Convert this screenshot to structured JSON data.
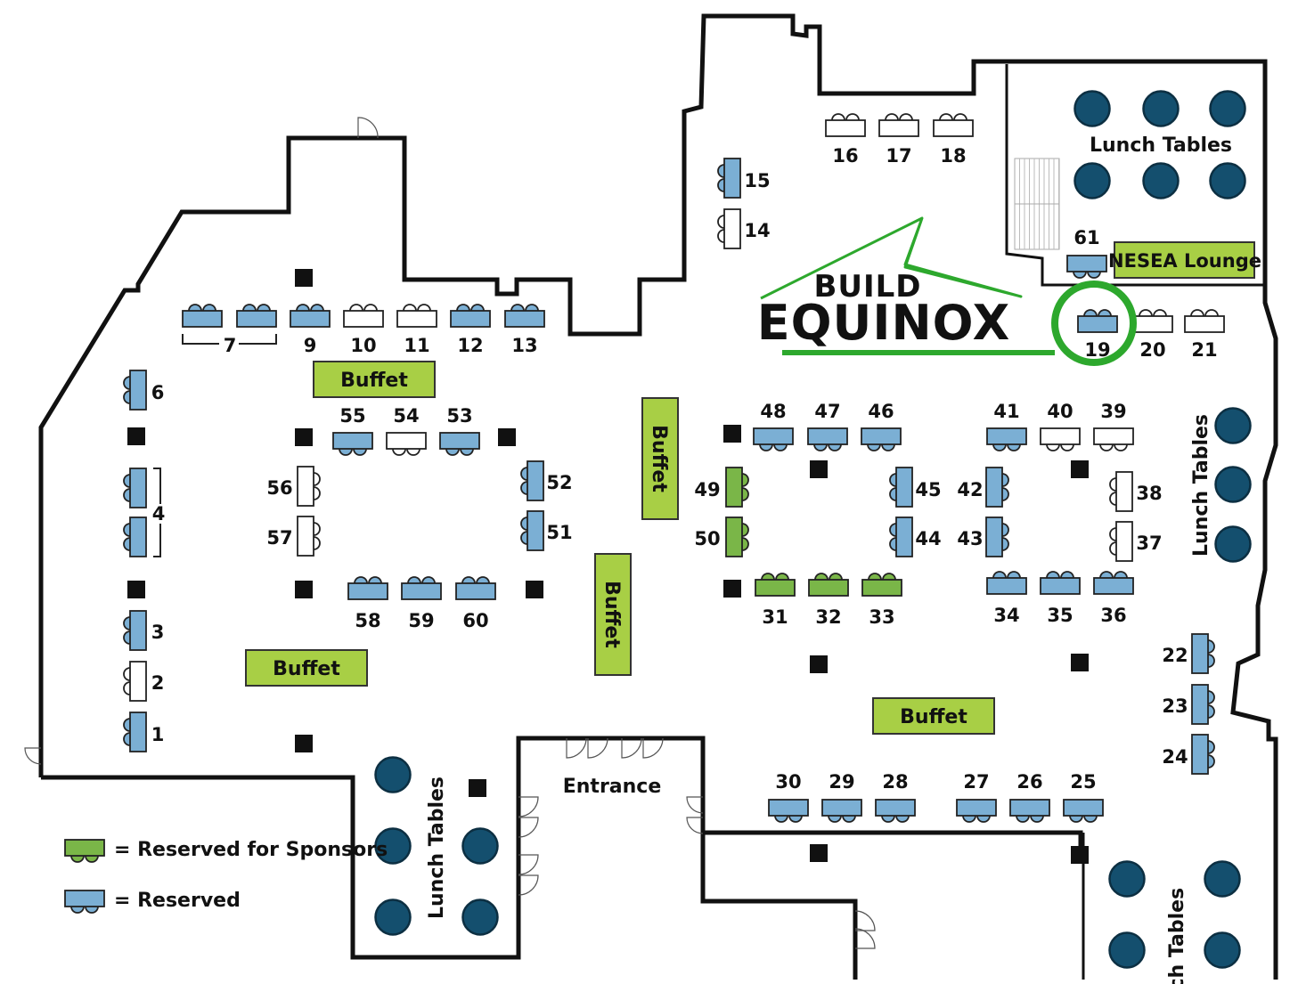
{
  "logo": {
    "line1": "BUILD",
    "line2": "EQUINOX"
  },
  "colors": {
    "reserved": "#7bafd4",
    "sponsor": "#7ab648",
    "available": "#ffffff",
    "buffet": "#a8cf45",
    "lunch_table": "#144f6e",
    "highlight": "#2da82d",
    "logo_green": "#2da82d",
    "logo_text": "#333333",
    "wall": "#111111"
  },
  "areas": {
    "buffet_label": "Buffet",
    "lunch_tables_label": "Lunch Tables",
    "lunch_tables_cut_label": "nch Tables",
    "nesea_lounge": "NESEA Lounge",
    "entrance": "Entrance"
  },
  "legend": {
    "sponsors": "= Reserved for Sponsors",
    "reserved": "= Reserved"
  },
  "highlighted_booth": "19",
  "booths": [
    {
      "id": "1",
      "status": "reserved"
    },
    {
      "id": "2",
      "status": "available"
    },
    {
      "id": "3",
      "status": "reserved"
    },
    {
      "id": "4",
      "status": "reserved"
    },
    {
      "id": "6",
      "status": "reserved"
    },
    {
      "id": "7",
      "status": "reserved"
    },
    {
      "id": "9",
      "status": "reserved"
    },
    {
      "id": "10",
      "status": "available"
    },
    {
      "id": "11",
      "status": "available"
    },
    {
      "id": "12",
      "status": "reserved"
    },
    {
      "id": "13",
      "status": "reserved"
    },
    {
      "id": "14",
      "status": "available"
    },
    {
      "id": "15",
      "status": "reserved"
    },
    {
      "id": "16",
      "status": "available"
    },
    {
      "id": "17",
      "status": "available"
    },
    {
      "id": "18",
      "status": "available"
    },
    {
      "id": "19",
      "status": "reserved"
    },
    {
      "id": "20",
      "status": "available"
    },
    {
      "id": "21",
      "status": "available"
    },
    {
      "id": "22",
      "status": "reserved"
    },
    {
      "id": "23",
      "status": "reserved"
    },
    {
      "id": "24",
      "status": "reserved"
    },
    {
      "id": "25",
      "status": "reserved"
    },
    {
      "id": "26",
      "status": "reserved"
    },
    {
      "id": "27",
      "status": "reserved"
    },
    {
      "id": "28",
      "status": "reserved"
    },
    {
      "id": "29",
      "status": "reserved"
    },
    {
      "id": "30",
      "status": "reserved"
    },
    {
      "id": "31",
      "status": "sponsor"
    },
    {
      "id": "32",
      "status": "sponsor"
    },
    {
      "id": "33",
      "status": "sponsor"
    },
    {
      "id": "34",
      "status": "reserved"
    },
    {
      "id": "35",
      "status": "reserved"
    },
    {
      "id": "36",
      "status": "reserved"
    },
    {
      "id": "37",
      "status": "available"
    },
    {
      "id": "38",
      "status": "available"
    },
    {
      "id": "39",
      "status": "available"
    },
    {
      "id": "40",
      "status": "available"
    },
    {
      "id": "41",
      "status": "reserved"
    },
    {
      "id": "42",
      "status": "reserved"
    },
    {
      "id": "43",
      "status": "reserved"
    },
    {
      "id": "44",
      "status": "reserved"
    },
    {
      "id": "45",
      "status": "reserved"
    },
    {
      "id": "46",
      "status": "reserved"
    },
    {
      "id": "47",
      "status": "reserved"
    },
    {
      "id": "48",
      "status": "reserved"
    },
    {
      "id": "49",
      "status": "sponsor"
    },
    {
      "id": "50",
      "status": "sponsor"
    },
    {
      "id": "51",
      "status": "reserved"
    },
    {
      "id": "52",
      "status": "reserved"
    },
    {
      "id": "53",
      "status": "reserved"
    },
    {
      "id": "54",
      "status": "available"
    },
    {
      "id": "55",
      "status": "reserved"
    },
    {
      "id": "56",
      "status": "available"
    },
    {
      "id": "57",
      "status": "available"
    },
    {
      "id": "58",
      "status": "reserved"
    },
    {
      "id": "59",
      "status": "reserved"
    },
    {
      "id": "60",
      "status": "reserved"
    },
    {
      "id": "61",
      "status": "reserved"
    }
  ]
}
